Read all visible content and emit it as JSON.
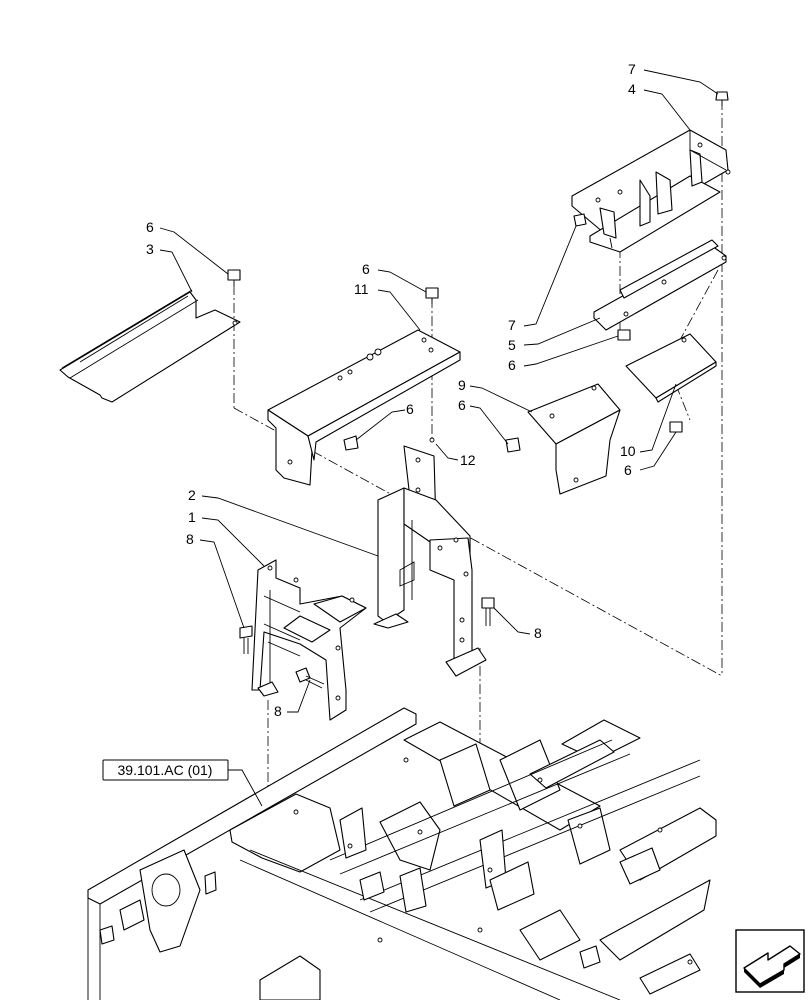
{
  "diagram": {
    "reference_label": "39.101.AC (01)",
    "callouts": [
      {
        "id": "c1",
        "text": "7"
      },
      {
        "id": "c2",
        "text": "4"
      },
      {
        "id": "c3",
        "text": "6"
      },
      {
        "id": "c4",
        "text": "3"
      },
      {
        "id": "c5",
        "text": "6"
      },
      {
        "id": "c6",
        "text": "11"
      },
      {
        "id": "c7",
        "text": "7"
      },
      {
        "id": "c8",
        "text": "5"
      },
      {
        "id": "c9",
        "text": "6"
      },
      {
        "id": "c10",
        "text": "9"
      },
      {
        "id": "c11",
        "text": "6"
      },
      {
        "id": "c12",
        "text": "6"
      },
      {
        "id": "c13",
        "text": "12"
      },
      {
        "id": "c14",
        "text": "10"
      },
      {
        "id": "c15",
        "text": "6"
      },
      {
        "id": "c16",
        "text": "2"
      },
      {
        "id": "c17",
        "text": "1"
      },
      {
        "id": "c18",
        "text": "8"
      },
      {
        "id": "c19",
        "text": "8"
      },
      {
        "id": "c20",
        "text": "8"
      }
    ]
  },
  "navigation": {
    "icon": "arrow-down-left-icon"
  }
}
